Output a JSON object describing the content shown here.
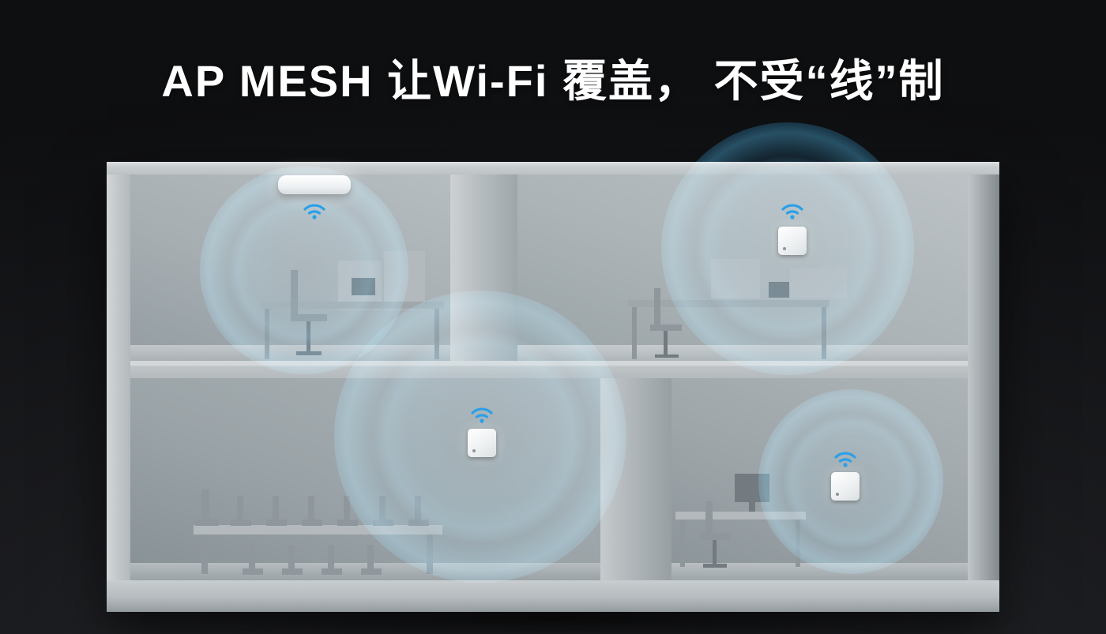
{
  "title": "AP  MESH 让Wi-Fi 覆盖，  不受“线”制",
  "colors": {
    "background_dark": "#121316",
    "accent_blue": "#2aa0e8",
    "building_gray": "#bfc5c8",
    "device_white": "#ffffff"
  },
  "devices": [
    {
      "name": "ceiling-ap-upper-left",
      "type": "ceiling-mount-ap",
      "icon": "wifi-icon"
    },
    {
      "name": "wall-ap-upper-right",
      "type": "wall-mount-ap",
      "icon": "wifi-icon"
    },
    {
      "name": "wall-ap-lower-middle",
      "type": "wall-mount-ap",
      "icon": "wifi-icon"
    },
    {
      "name": "wall-ap-lower-right",
      "type": "wall-mount-ap",
      "icon": "wifi-icon"
    }
  ],
  "coverage_zones": [
    {
      "name": "coverage-upper-left"
    },
    {
      "name": "coverage-middle"
    },
    {
      "name": "coverage-upper-right"
    },
    {
      "name": "coverage-lower-right"
    }
  ]
}
